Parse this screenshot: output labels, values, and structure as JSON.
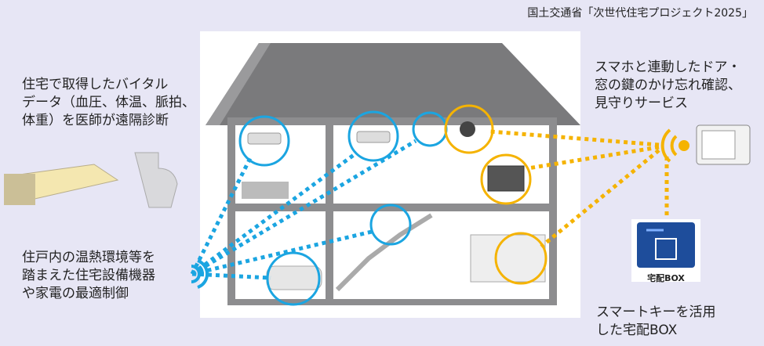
{
  "source": "国土交通省「次世代住宅プロジェクト2025」",
  "captions": {
    "vital": "住宅で取得したバイタル\nデータ（血圧、体温、脈拍、\n体重）を医師が遠隔診断",
    "optimal": "住戸内の温熱環境等を\n踏まえた住宅設備機器\nや家電の最適制御",
    "smartphone": "スマホと連動したドア・\n窓の鍵のかけ忘れ確認、\n見守りサービス",
    "delivery": "スマートキーを活用\nした宅配BOX"
  },
  "delivery_box_label": "宅配BOX",
  "colors": {
    "blue": "#1ba5e1",
    "orange": "#f5b301",
    "background": "#e7e6f5",
    "box": "#1e4d9b"
  }
}
